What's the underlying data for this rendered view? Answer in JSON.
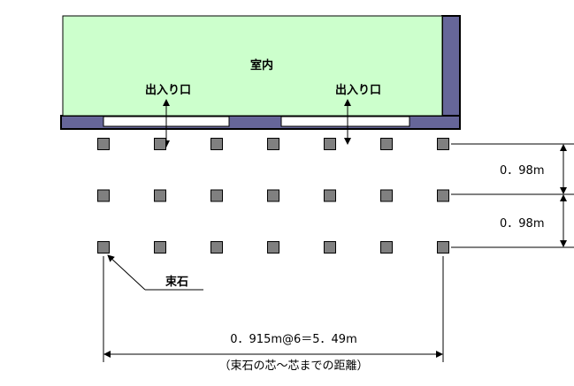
{
  "labels": {
    "room": "室内",
    "entrance_left": "出入り口",
    "entrance_right": "出入り口",
    "footing_stone": "束石",
    "row_spacing_top": "0．98m",
    "row_spacing_bottom": "0．98m",
    "span_total": "0．915m@6＝5．49m",
    "span_note": "（束石の芯～芯までの距離）"
  },
  "colors": {
    "room_fill": "#ccffcc",
    "wall": "#666699",
    "stone_fill": "#808080",
    "line": "#000000"
  },
  "grid": {
    "columns": 7,
    "rows": 3,
    "column_spacing_m": 0.915,
    "row_spacing_m": 0.98,
    "total_span_m": 5.49
  }
}
